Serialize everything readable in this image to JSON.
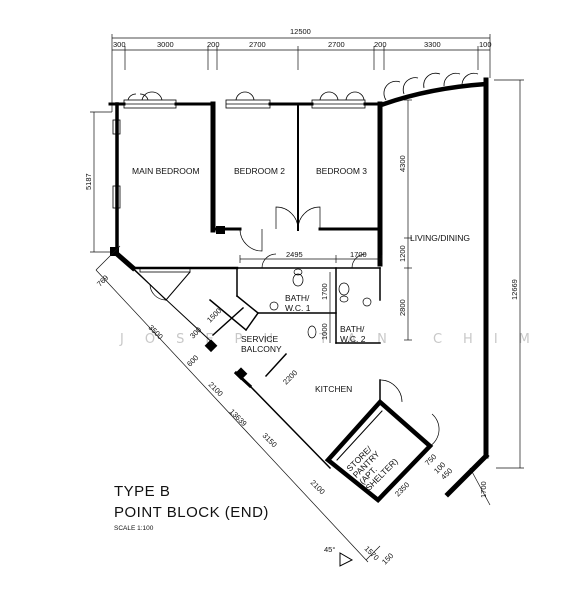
{
  "title": {
    "line1": "TYPE B",
    "line2": "POINT BLOCK (END)",
    "scale": "SCALE  1:100"
  },
  "watermark": "JOSEPH TAN CHIM",
  "north_angle": "45°",
  "rooms": {
    "main_bedroom": "MAIN BEDROOM",
    "bedroom2": "BEDROOM 2",
    "bedroom3": "BEDROOM 3",
    "living": "LIVING/DINING",
    "bath1_a": "BATH/",
    "bath1_b": "W.C. 1",
    "bath2_a": "BATH/",
    "bath2_b": "W.C. 2",
    "service_a": "SERVICE",
    "service_b": "BALCONY",
    "kitchen": "KITCHEN",
    "store_a": "STORE/",
    "store_b": "PANTRY",
    "store_c": "(APT.",
    "store_d": "SHELTER)"
  },
  "dims": {
    "top_total": "12500",
    "top": [
      "300",
      "3000",
      "200",
      "2700",
      "2700",
      "200",
      "3300",
      "100"
    ],
    "left_5187": "5187",
    "right_4300": "4300",
    "right_1200": "1200",
    "right_2800": "2800",
    "right_12669": "12669",
    "right_1700": "1700",
    "mid_2495": "2495",
    "mid_1700": "1700",
    "bath_1700": "1700",
    "bath_1000": "1000",
    "d_769": "769",
    "d_3500": "3500",
    "d_1500": "1500",
    "d_300a": "300",
    "d_600": "600",
    "d_2100a": "2100",
    "d_2200": "2200",
    "d_13639": "13639",
    "d_3150": "3150",
    "d_2100b": "2100",
    "d_2350": "2350",
    "d_750": "750",
    "d_100": "100",
    "d_450": "450",
    "d_1570": "1570",
    "d_150": "150"
  }
}
